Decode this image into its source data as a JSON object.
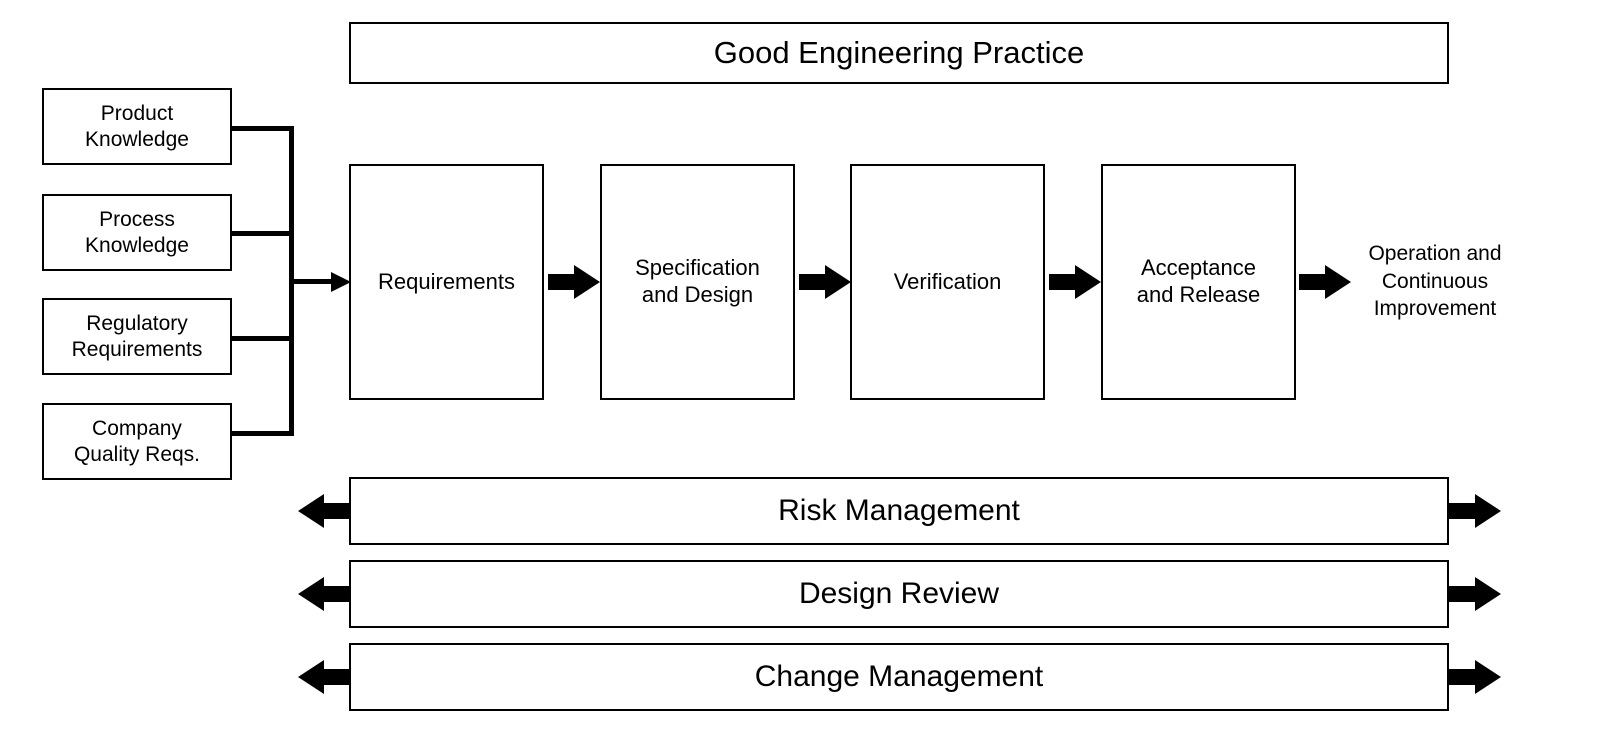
{
  "diagram": {
    "title": "Good Engineering Practice",
    "banner": {
      "label": "Good Engineering Practice"
    },
    "inputs": [
      {
        "label": "Product\nKnowledge",
        "line1": "Product",
        "line2": "Knowledge"
      },
      {
        "label": "Process\nKnowledge",
        "line1": "Process",
        "line2": "Knowledge"
      },
      {
        "label": "Regulatory\nRequirements",
        "line1": "Regulatory",
        "line2": "Requirements"
      },
      {
        "label": "Company\nQuality Reqs.",
        "line1": "Company",
        "line2": "Quality Reqs."
      }
    ],
    "stages": [
      {
        "line1": "Requirements",
        "line2": ""
      },
      {
        "line1": "Specification",
        "line2": "and Design"
      },
      {
        "line1": "Verification",
        "line2": ""
      },
      {
        "line1": "Acceptance",
        "line2": "and Release"
      }
    ],
    "outcome": {
      "line1": "Operation and",
      "line2": "Continuous",
      "line3": "Improvement"
    },
    "cross_cutting_bars": [
      {
        "label": "Risk Management"
      },
      {
        "label": "Design Review"
      },
      {
        "label": "Change Management"
      }
    ],
    "colors": {
      "stroke": "#000000",
      "fill": "#ffffff",
      "text": "#000000"
    }
  }
}
